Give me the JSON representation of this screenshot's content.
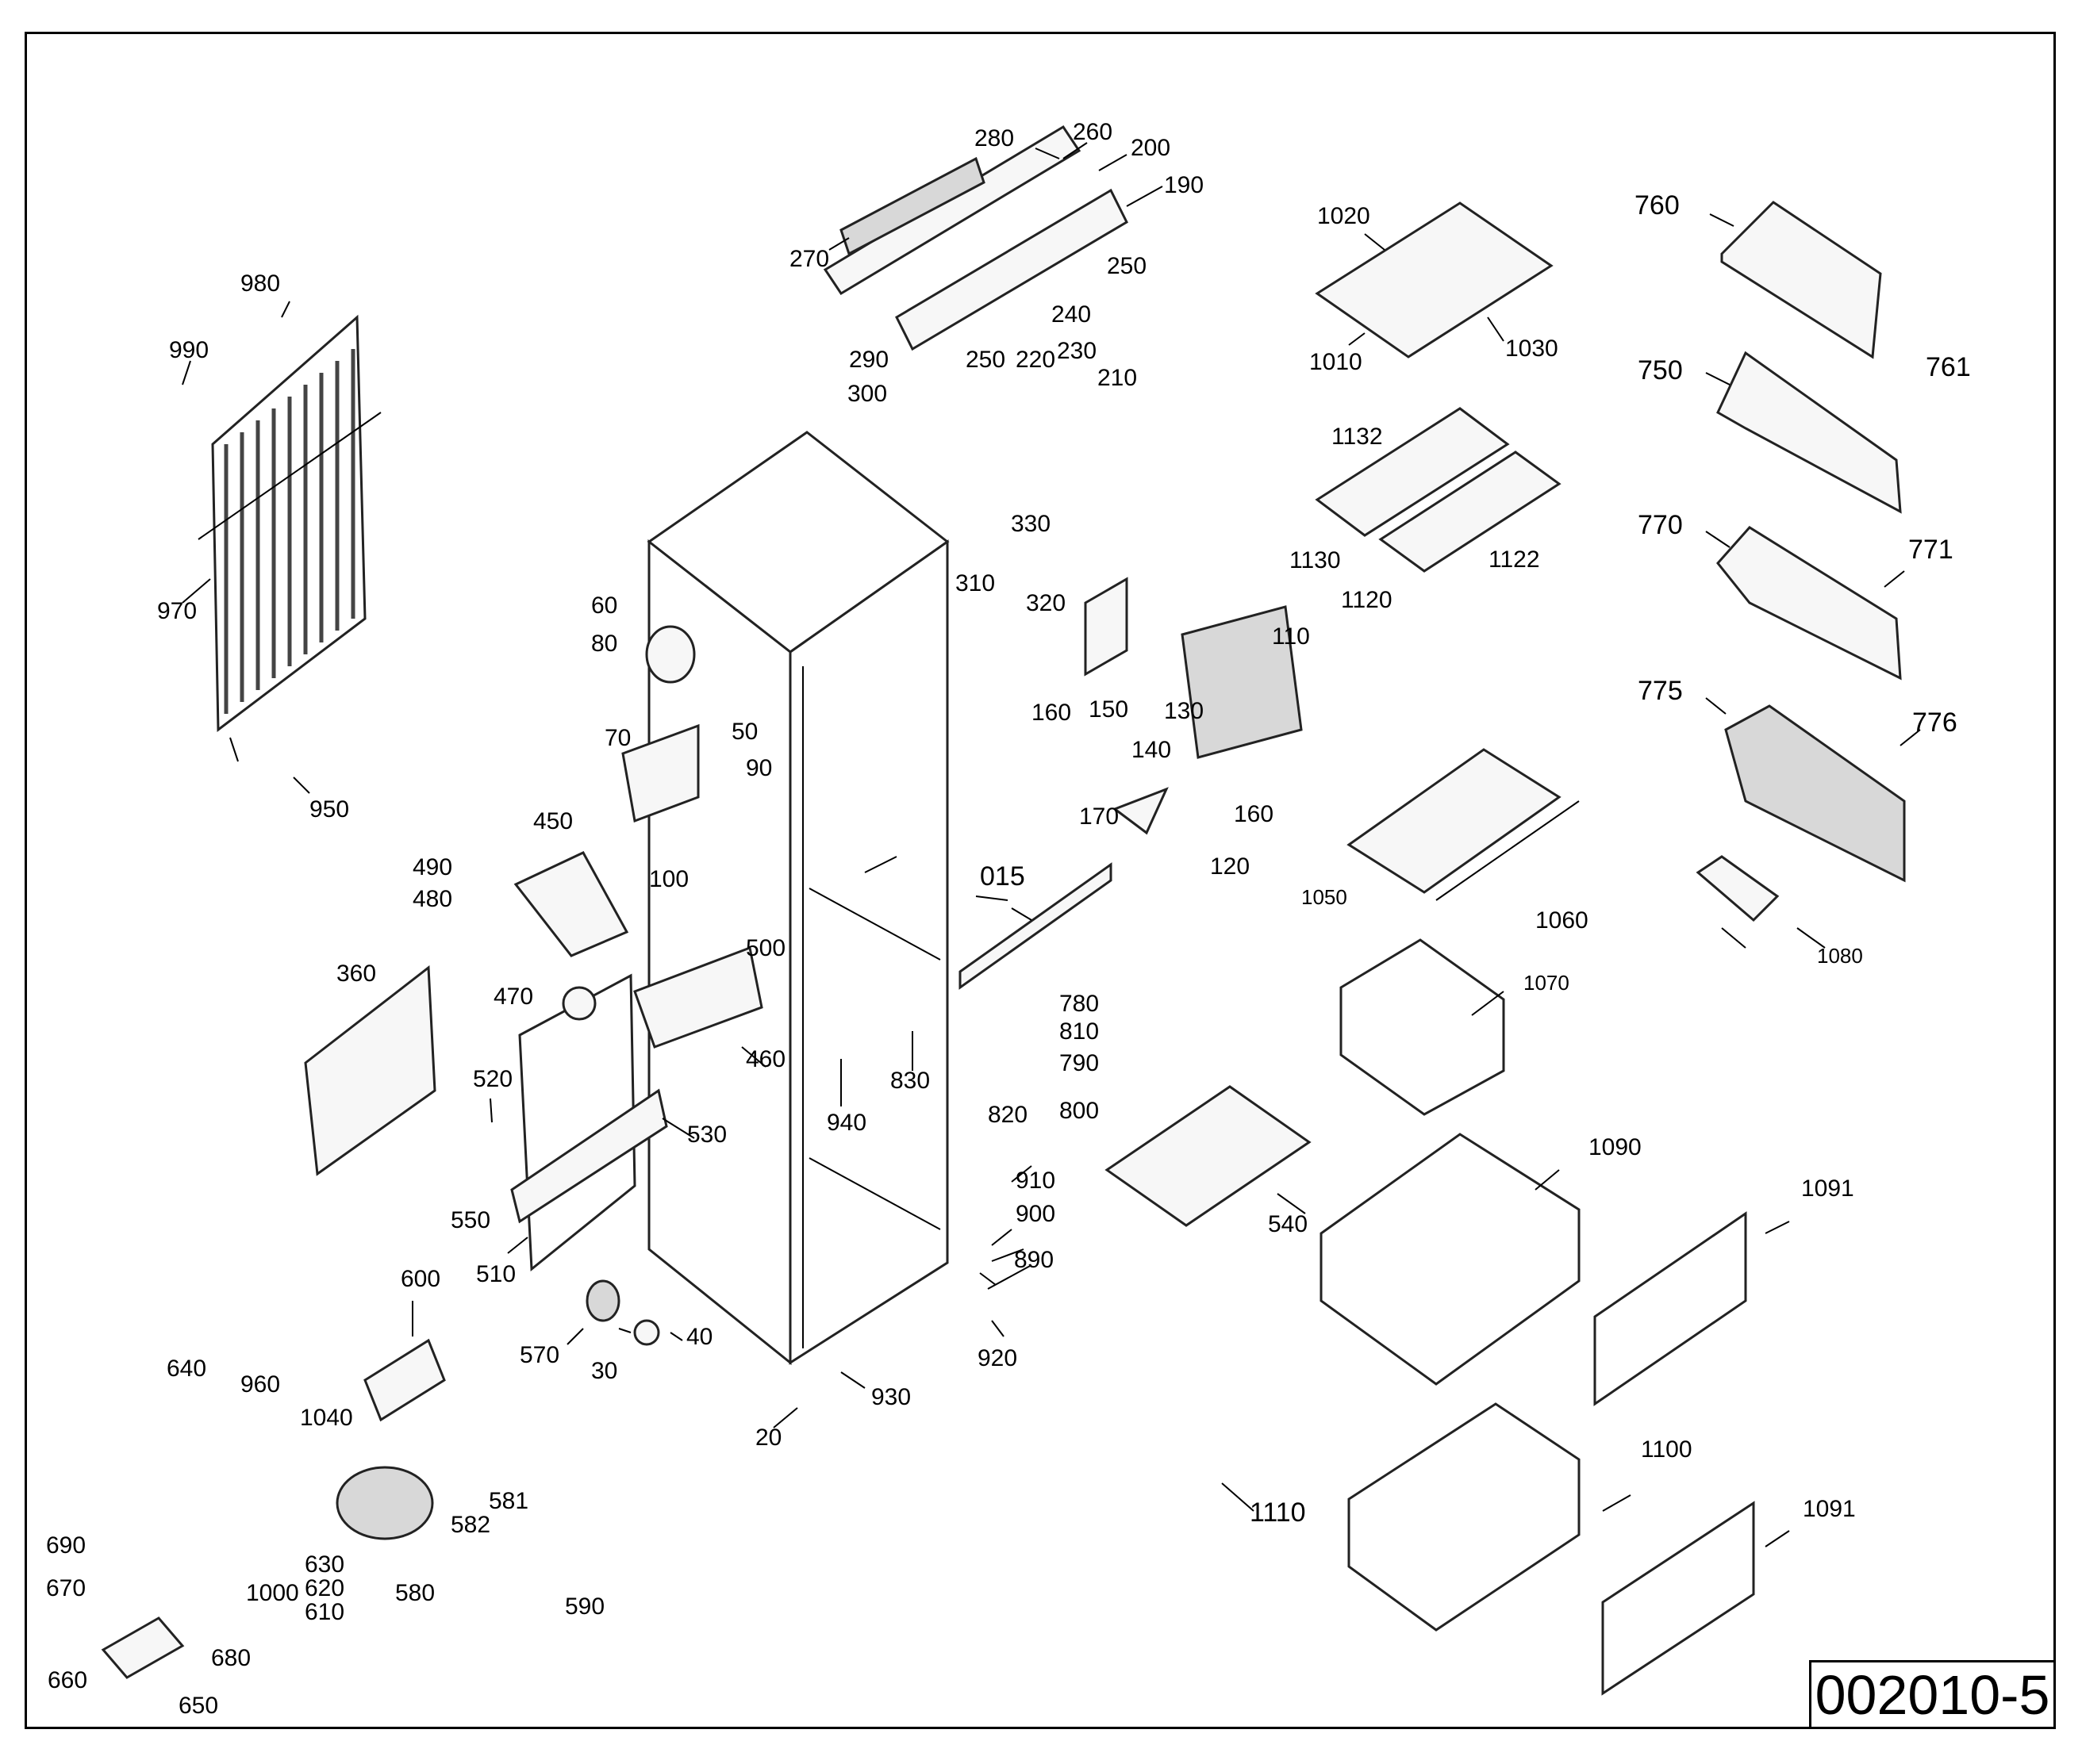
{
  "drawing_code": "002010-5",
  "labels": [
    "280",
    "260",
    "200",
    "190",
    "270",
    "250",
    "240",
    "250",
    "220",
    "230",
    "210",
    "290",
    "300",
    "980",
    "990",
    "970",
    "950",
    "1020",
    "1010",
    "1030",
    "1132",
    "1130",
    "1120",
    "1122",
    "760",
    "761",
    "750",
    "770",
    "771",
    "775",
    "776",
    "1080",
    "330",
    "310",
    "320",
    "160",
    "150",
    "110",
    "130",
    "140",
    "160",
    "170",
    "120",
    "60",
    "80",
    "70",
    "50",
    "90",
    "100",
    "450",
    "490",
    "480",
    "470",
    "500",
    "460",
    "360",
    "520",
    "530",
    "550",
    "510",
    "015",
    "780",
    "810",
    "790",
    "820",
    "800",
    "830",
    "940",
    "1050",
    "1060",
    "1070",
    "540",
    "1090",
    "1091",
    "910",
    "900",
    "890",
    "920",
    "930",
    "20",
    "600",
    "570",
    "30",
    "40",
    "640",
    "960",
    "1040",
    "581",
    "582",
    "1000",
    "580",
    "590",
    "690",
    "670",
    "630",
    "620",
    "610",
    "680",
    "660",
    "650",
    "1110",
    "1100",
    "1091"
  ]
}
